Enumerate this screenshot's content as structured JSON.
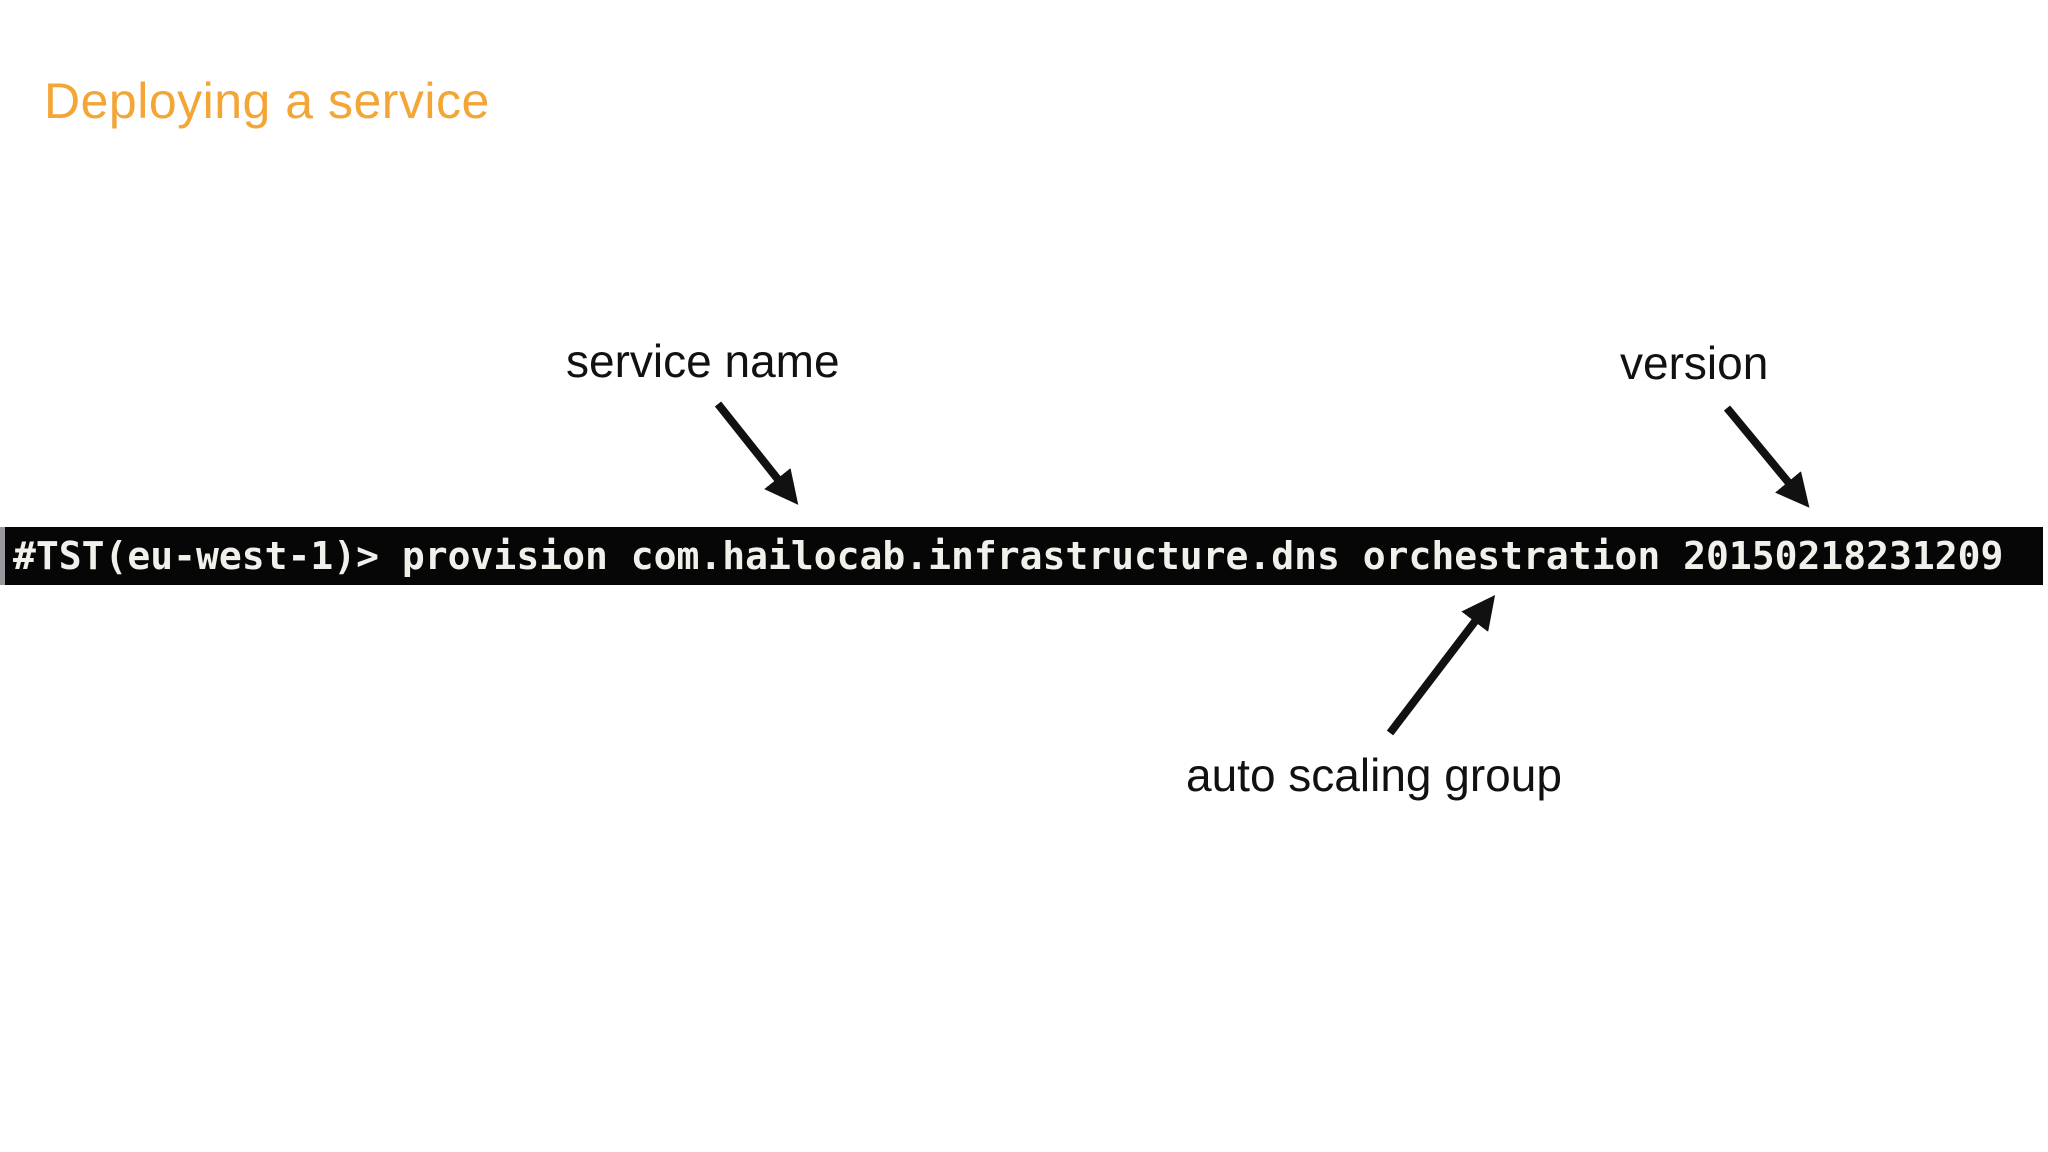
{
  "slide": {
    "title": "Deploying a service"
  },
  "terminal": {
    "command_line": "#TST(eu-west-1)> provision com.hailocab.infrastructure.dns orchestration 20150218231209",
    "prompt": "#TST(eu-west-1)>",
    "command": "provision"
  },
  "annotations": {
    "service_name": {
      "label": "service name",
      "target_text": "com.hailocab.infrastructure.dns"
    },
    "version": {
      "label": "version",
      "target_text": "20150218231209"
    },
    "auto_scaling_group": {
      "label": "auto scaling group",
      "target_text": "orchestration"
    }
  },
  "colors": {
    "title": "#F3A536",
    "terminal_background": "#060606",
    "terminal_text": "#F2F0EB",
    "terminal_window_edge": "#97999c",
    "annotation_text": "#111111",
    "arrow": "#111111",
    "background": "#ffffff"
  }
}
